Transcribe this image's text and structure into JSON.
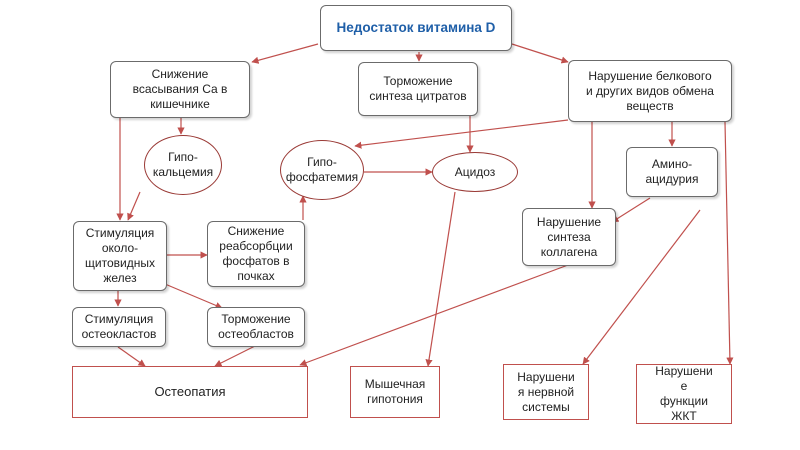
{
  "colors": {
    "arrow": "#c0504d",
    "title": "#1f5fa8",
    "border": "#6b6b6b"
  },
  "diagram": {
    "title": "Недостаток витамина D",
    "ca_absorption": "Снижение\nвсасывания Са в\nкишечнике",
    "citrate_inhibition": "Торможение\nсинтеза цитратов",
    "protein_metabolism": "Нарушение белкового\nи других видов обмена\nвеществ",
    "hypocalcemia": "Гипо-\nкальцемия",
    "hypophosphatemia": "Гипо-\nфосфатемия",
    "acidosis": "Ацидоз",
    "aminoaciduria": "Амино-\nацидурия",
    "parathyroid": "Стимуляция\nоколо-\nщитовидных\nжелез",
    "phosphate_reabsorption": "Снижение\nреабсорбции\nфосфатов в\nпочках",
    "collagen": "Нарушение\nсинтеза\nколлагена",
    "osteoclasts": "Стимуляция\nостеокластов",
    "osteoblasts": "Торможение\nостеобластов",
    "osteopathy": "Остеопатия",
    "hypotonia": "Мышечная\nгипотония",
    "nervous": "Нарушени\nя нервной\nсистемы",
    "gi": "Нарушени\nе\nфункции\nЖКТ"
  }
}
